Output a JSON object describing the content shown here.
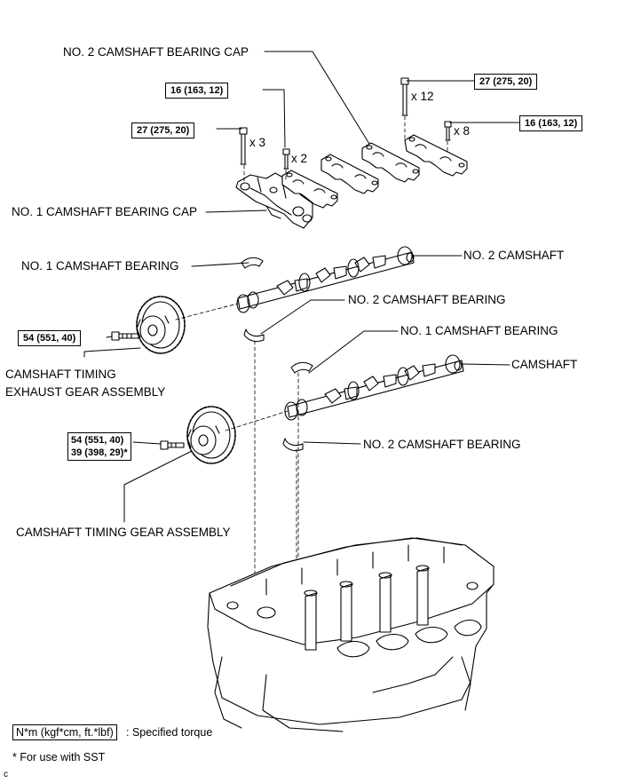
{
  "labels": {
    "no2_cap": "NO. 2 CAMSHAFT BEARING CAP",
    "no1_cap": "NO. 1 CAMSHAFT BEARING CAP",
    "no1_bearing_top": "NO. 1 CAMSHAFT BEARING",
    "no2_camshaft": "NO. 2 CAMSHAFT",
    "no2_bearing_mid": "NO. 2 CAMSHAFT BEARING",
    "no1_bearing_mid": "NO. 1 CAMSHAFT BEARING",
    "camshaft": "CAMSHAFT",
    "no2_bearing_low": "NO. 2 CAMSHAFT BEARING",
    "exhaust_gear_1": "CAMSHAFT TIMING",
    "exhaust_gear_2": "EXHAUST GEAR ASSEMBLY",
    "timing_gear": "CAMSHAFT TIMING GEAR ASSEMBLY"
  },
  "torques": {
    "t_27_left": "27 (275, 20)",
    "t_16_left": "16 (163, 12)",
    "t_27_right": "27 (275, 20)",
    "t_16_right": "16 (163, 12)",
    "t_54_exhaust": "54 (551, 40)",
    "t_54_intake_1": "54 (551, 40)",
    "t_54_intake_2": "39 (398, 29)*"
  },
  "counts": {
    "x3": "x 3",
    "x2": "x 2",
    "x12": "x 12",
    "x8": "x 8"
  },
  "legend": {
    "unit_box": "N*m (kgf*cm, ft.*lbf)",
    "unit_text": ": Specified torque",
    "footnote": "* For use with SST",
    "corner": "c"
  }
}
